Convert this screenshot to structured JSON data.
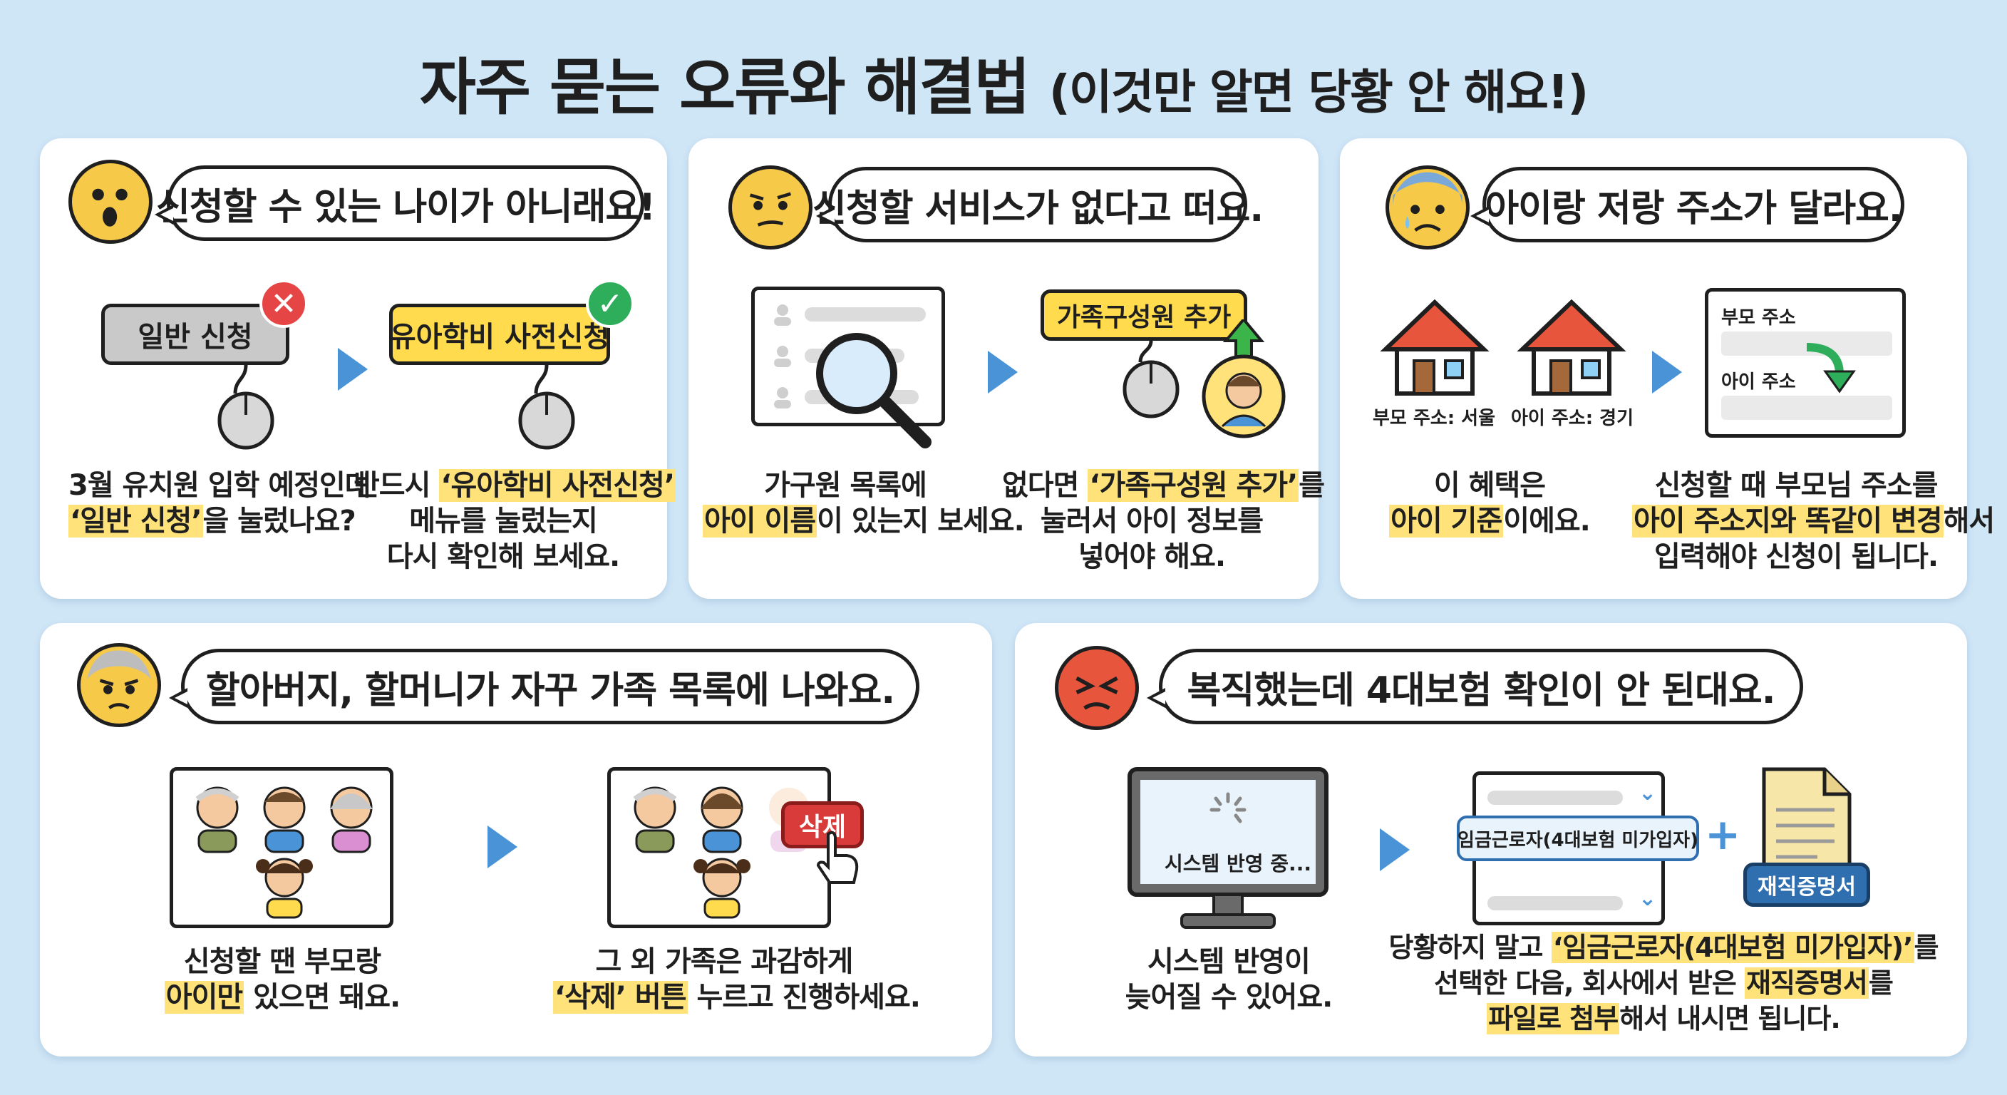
{
  "title": "자주 묻는 오류와 해결법",
  "title_sub": "(이것만 알면 당황 안 해요!)",
  "cards": [
    {
      "question": "신청할 수 있는 나이가 아니래요!",
      "btn_wrong": "일반 신청",
      "btn_right": "유아학비 사전신청",
      "left": {
        "l1": "3월 유치원 입학 예정인데",
        "l2_hl": "‘일반 신청’",
        "l2": "을 눌렀나요?"
      },
      "right": {
        "l1a": "반드시 ",
        "l1_hl": "‘유아학비 사전신청’",
        "l2": "메뉴를 눌렀는지",
        "l3": "다시 확인해 보세요."
      }
    },
    {
      "question": "신청할 서비스가 없다고 떠요.",
      "btn_add": "가족구성원 추가",
      "left": {
        "l1": "가구원 목록에",
        "l2_hl": "아이 이름",
        "l2": "이 있는지 보세요."
      },
      "right": {
        "l1a": "없다면 ",
        "l1_hl": "‘가족구성원 추가’",
        "l1b": "를",
        "l2": "눌러서 아이 정보를",
        "l3": "넣어야 해요."
      }
    },
    {
      "question": "아이랑 저랑 주소가 달라요.",
      "house1": "부모 주소: 서울",
      "house2": "아이 주소: 경기",
      "form_label1": "부모 주소",
      "form_label2": "아이 주소",
      "left": {
        "l1": "이 혜택은",
        "l2_hl": "아이 기준",
        "l2": "이에요."
      },
      "right": {
        "l1": "신청할 때 부모님 주소를",
        "l2_hl": "아이 주소지와 똑같이 변경",
        "l2": "해서",
        "l3": "입력해야 신청이 됩니다."
      }
    },
    {
      "question": "할아버지, 할머니가 자꾸 가족 목록에 나와요.",
      "delete_label": "삭제",
      "left": {
        "l1": "신청할 땐 부모랑",
        "l2_hl": "아이만",
        "l2": " 있으면 돼요."
      },
      "right": {
        "l1": "그 외 가족은 과감하게",
        "l2_hl": "‘삭제’ 버튼",
        "l2": " 누르고 진행하세요."
      }
    },
    {
      "question": "복직했는데 4대보험 확인이 안 된대요.",
      "monitor_text": "시스템 반영 중...",
      "option_label": "임금근로자(4대보험 미가입자)",
      "doc_label": "재직증명서",
      "left": {
        "l1": "시스템 반영이",
        "l2": "늦어질 수 있어요."
      },
      "right": {
        "l1a": "당황하지 말고 ",
        "l1_hl": "‘임금근로자(4대보험 미가입자)’",
        "l1b": "를",
        "l2a": "선택한 다음, 회사에서 받은 ",
        "l2_hl": "재직증명서",
        "l2b": "를",
        "l3_hl": "파일로 첨부",
        "l3": "해서 내시면 됩니다."
      }
    }
  ],
  "colors": {
    "background": "#cfe6f7",
    "accent_arrow": "#4a93d6",
    "highlight": "#ffe37a",
    "button_yellow": "#ffdb4d"
  }
}
